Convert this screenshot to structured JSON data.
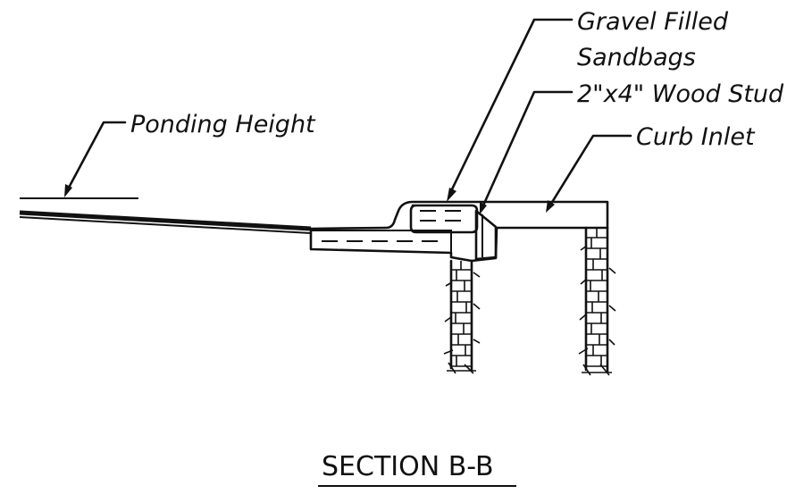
{
  "labels": {
    "gravel_line1": "Gravel Filled",
    "gravel_line2": "Sandbags",
    "wood_stud": "2\"x4\" Wood Stud",
    "curb_inlet": "Curb Inlet",
    "ponding_height": "Ponding Height"
  },
  "title": "SECTION B-B"
}
